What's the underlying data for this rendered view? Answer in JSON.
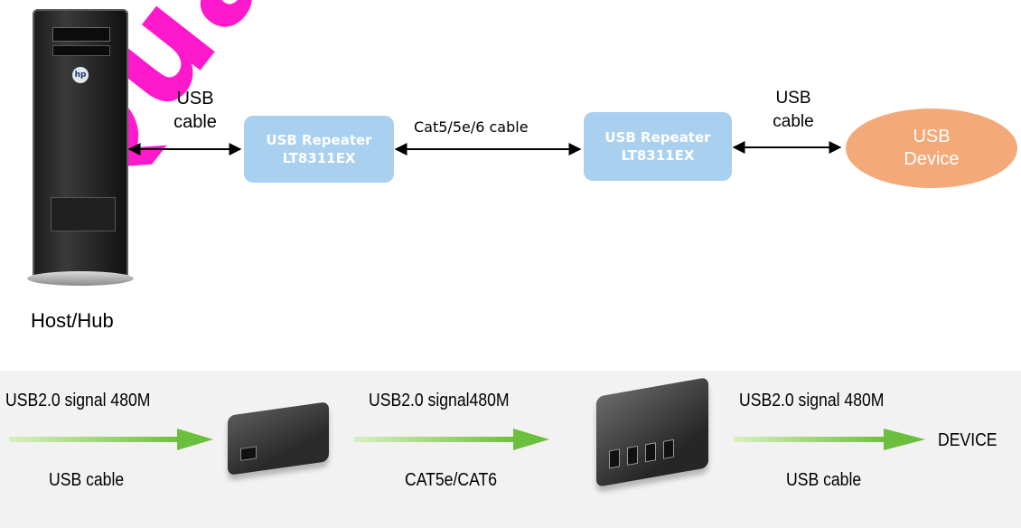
{
  "watermark": {
    "text": "Quantium C"
  },
  "top": {
    "host_label": "Host/Hub",
    "link1_label": {
      "line1": "USB",
      "line2": "cable"
    },
    "repeater1": {
      "line1": "USB Repeater",
      "line2": "LT8311EX"
    },
    "cat_label": "Cat5/5e/6 cable",
    "repeater2": {
      "line1": "USB Repeater",
      "line2": "LT8311EX"
    },
    "link2_label": {
      "line1": "USB",
      "line2": "cable"
    },
    "device": {
      "line1": "USB",
      "line2": "Device"
    }
  },
  "bottom": {
    "seg1_top": "USB2.0 signal 480M",
    "seg1_bottom": "USB cable",
    "seg2_top": "USB2.0 signal480M",
    "seg2_bottom": "CAT5e/CAT6",
    "seg3_top": "USB2.0 signal 480M",
    "seg3_bottom": "USB cable",
    "end_label": "DEVICE"
  },
  "colors": {
    "repeater_box": "#a9d0ef",
    "device_ellipse": "#f4a978",
    "green_arrow": "#7cc84a",
    "watermark": "#ff00c8"
  }
}
